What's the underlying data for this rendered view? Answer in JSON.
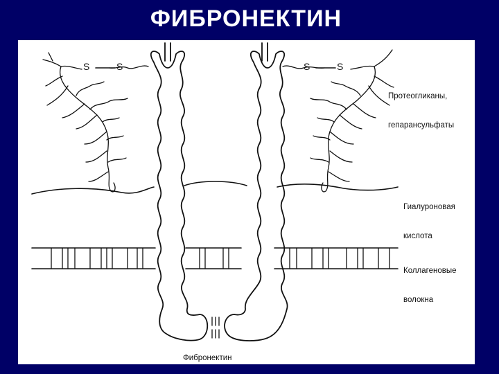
{
  "slide": {
    "title": "ФИБРОНЕКТИН"
  },
  "diagram": {
    "labels": {
      "proteoglycans_line1": "Протеогликаны,",
      "proteoglycans_line2": "гепарансульфаты",
      "hyaluronic_line1": "Гиалуроновая",
      "hyaluronic_line2": "кислота",
      "collagen_line1": "Коллагеновые",
      "collagen_line2": "волокна",
      "fibronectin": "Фибронектин"
    },
    "disulfide": {
      "left_s1": "S",
      "left_s2": "S",
      "right_s1": "S",
      "right_s2": "S"
    }
  }
}
